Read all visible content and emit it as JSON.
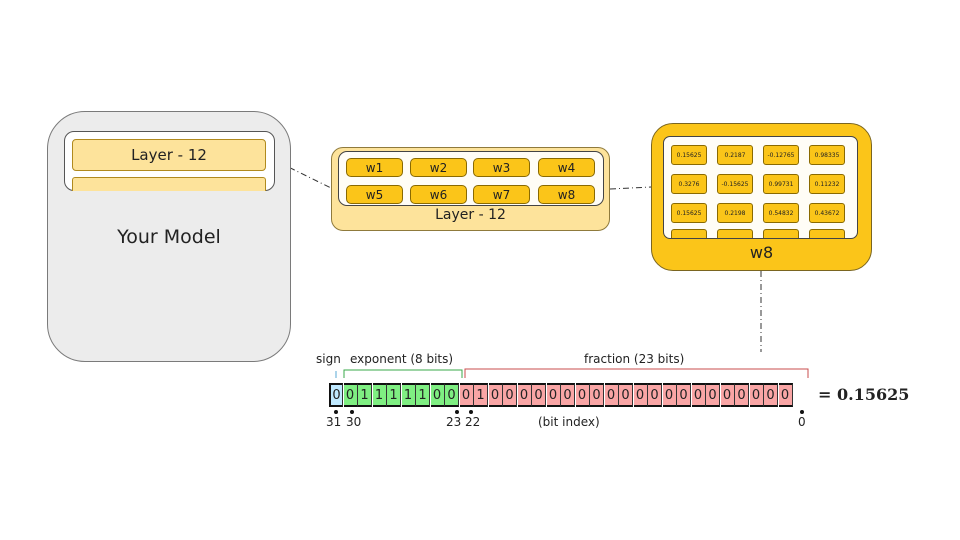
{
  "model": {
    "layer_label": "Layer - 12",
    "title": "Your Model"
  },
  "layer": {
    "weights": [
      "w1",
      "w2",
      "w3",
      "w4",
      "w5",
      "w6",
      "w7",
      "w8"
    ],
    "title": "Layer - 12"
  },
  "w8": {
    "values": [
      [
        "0.15625",
        "0.2187",
        "-0.12765",
        "0.98335"
      ],
      [
        "0.3276",
        "-0.15625",
        "0.99731",
        "0.11232"
      ],
      [
        "0.15625",
        "0.2198",
        "0.54832",
        "0.43672"
      ]
    ],
    "title": "w8"
  },
  "float32": {
    "sign_label": "sign",
    "exponent_label": "exponent (8 bits)",
    "fraction_label": "fraction (23 bits)",
    "sign_bits": [
      "0"
    ],
    "exponent_bits": [
      "0",
      "1",
      "1",
      "1",
      "1",
      "1",
      "0",
      "0"
    ],
    "fraction_bits": [
      "0",
      "1",
      "0",
      "0",
      "0",
      "0",
      "0",
      "0",
      "0",
      "0",
      "0",
      "0",
      "0",
      "0",
      "0",
      "0",
      "0",
      "0",
      "0",
      "0",
      "0",
      "0",
      "0"
    ],
    "index_labels": {
      "i31": "31",
      "i30": "30",
      "i23": "23",
      "i22": "22",
      "i0": "0",
      "caption": "(bit index)"
    },
    "result": "= 0.15625"
  }
}
